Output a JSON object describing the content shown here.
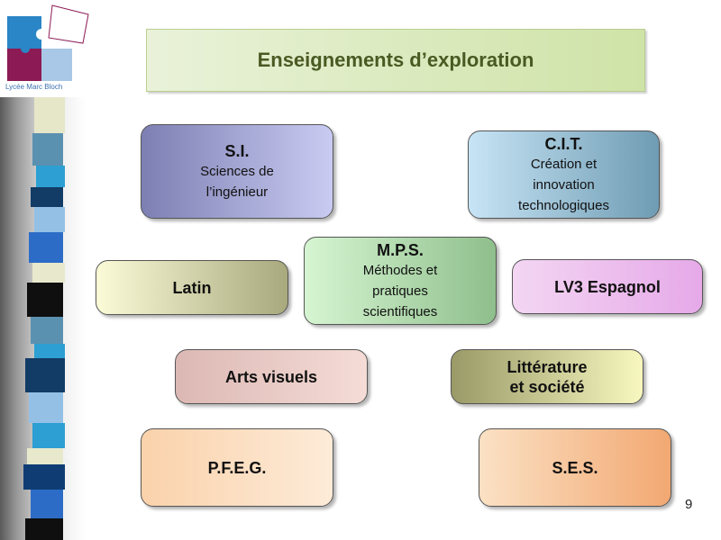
{
  "logo": {
    "caption": "Lycée Marc Bloch",
    "colors": [
      "#2a86c6",
      "#8c1a55",
      "#a9c7e6",
      "#d8d8d8"
    ]
  },
  "title": "Enseignements d’exploration",
  "page_number": "9",
  "nodes": {
    "si": {
      "title": "S.I.",
      "sub": [
        "Sciences de",
        "l’ingénieur"
      ]
    },
    "cit": {
      "title": "C.I.T.",
      "sub": [
        "Création et",
        "innovation",
        "technologiques"
      ]
    },
    "mps": {
      "title": "M.P.S.",
      "sub": [
        "Méthodes et",
        "pratiques",
        "scientifiques"
      ]
    },
    "latin": {
      "title": "Latin"
    },
    "lv3": {
      "title": "LV3 Espagnol"
    },
    "arts": {
      "title": "Arts visuels"
    },
    "litt": {
      "title": "Littérature",
      "title2": "et société"
    },
    "pfeg": {
      "title": "P.F.E.G."
    },
    "ses": {
      "title": "S.E.S."
    }
  }
}
